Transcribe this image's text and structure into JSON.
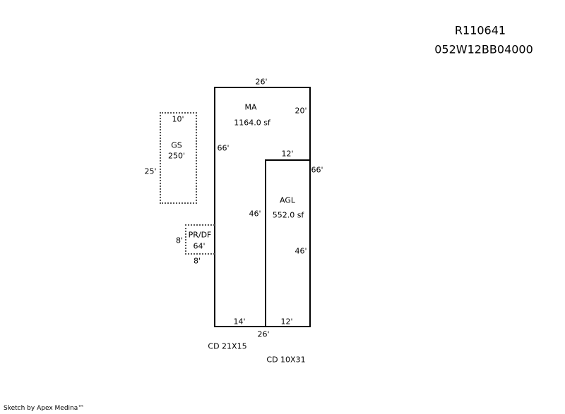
{
  "header": {
    "parcel_id": "R110641",
    "map_number": "052W12BB04000"
  },
  "areas": {
    "ma": {
      "label": "MA",
      "area": "1164.0 sf",
      "dims": {
        "top": "26'",
        "right_upper": "20'",
        "left": "66'",
        "right": "66'",
        "bottom_left": "14'",
        "bottom": "26'"
      }
    },
    "agl": {
      "label": "AGL",
      "area": "552.0 sf",
      "dims": {
        "top": "12'",
        "left": "46'",
        "right": "46'",
        "bottom": "12'"
      }
    },
    "gs": {
      "label": "GS",
      "area": "250'",
      "dims": {
        "top": "10'",
        "left": "25'"
      }
    },
    "prdf": {
      "label": "PR/DF",
      "area": "64'",
      "dims": {
        "left": "8'",
        "bottom": "8'"
      }
    }
  },
  "notes": [
    "CD 21X15",
    "CD 10X31"
  ],
  "footer": "Sketch by Apex Medina™"
}
